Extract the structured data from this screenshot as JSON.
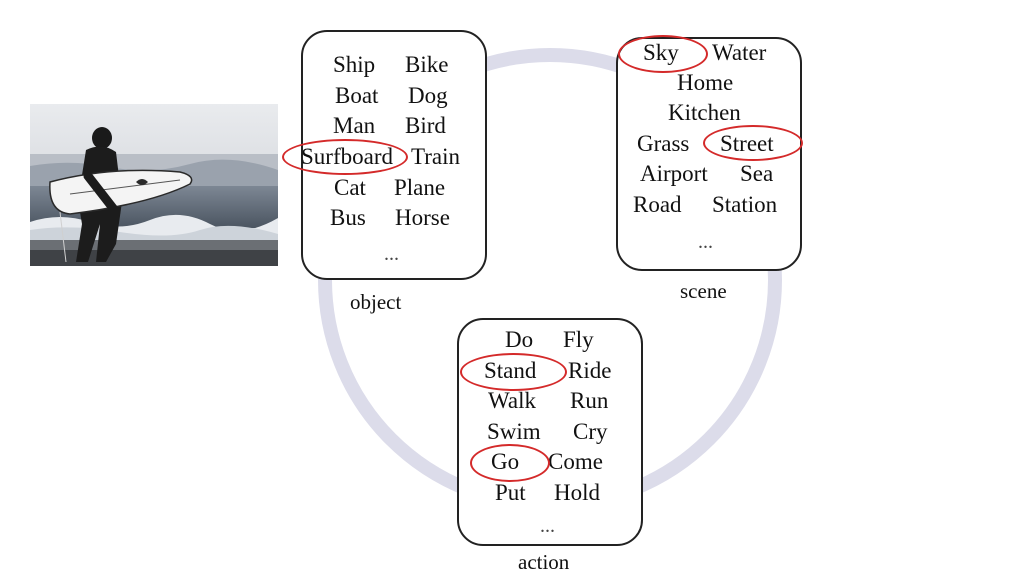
{
  "colors": {
    "ring": "#dcdcea",
    "box_border": "#222222",
    "highlight": "#d42a2a"
  },
  "photo": {
    "icon": "surfer-photo"
  },
  "object": {
    "label": "object",
    "words": [
      "Ship",
      "Bike",
      "Boat",
      "Dog",
      "Man",
      "Bird",
      "Surfboard",
      "Train",
      "Cat",
      "Plane",
      "Bus",
      "Horse"
    ],
    "more": "...",
    "highlighted": [
      "Surfboard"
    ]
  },
  "scene": {
    "label": "scene",
    "words": [
      "Sky",
      "Water",
      "Home",
      "Kitchen",
      "Grass",
      "Street",
      "Airport",
      "Sea",
      "Road",
      "Station"
    ],
    "more": "...",
    "highlighted": [
      "Sky",
      "Street"
    ]
  },
  "action": {
    "label": "action",
    "words": [
      "Do",
      "Fly",
      "Stand",
      "Ride",
      "Walk",
      "Run",
      "Swim",
      "Cry",
      "Go",
      "Come",
      "Put",
      "Hold"
    ],
    "more": "...",
    "highlighted": [
      "Stand",
      "Go"
    ]
  }
}
